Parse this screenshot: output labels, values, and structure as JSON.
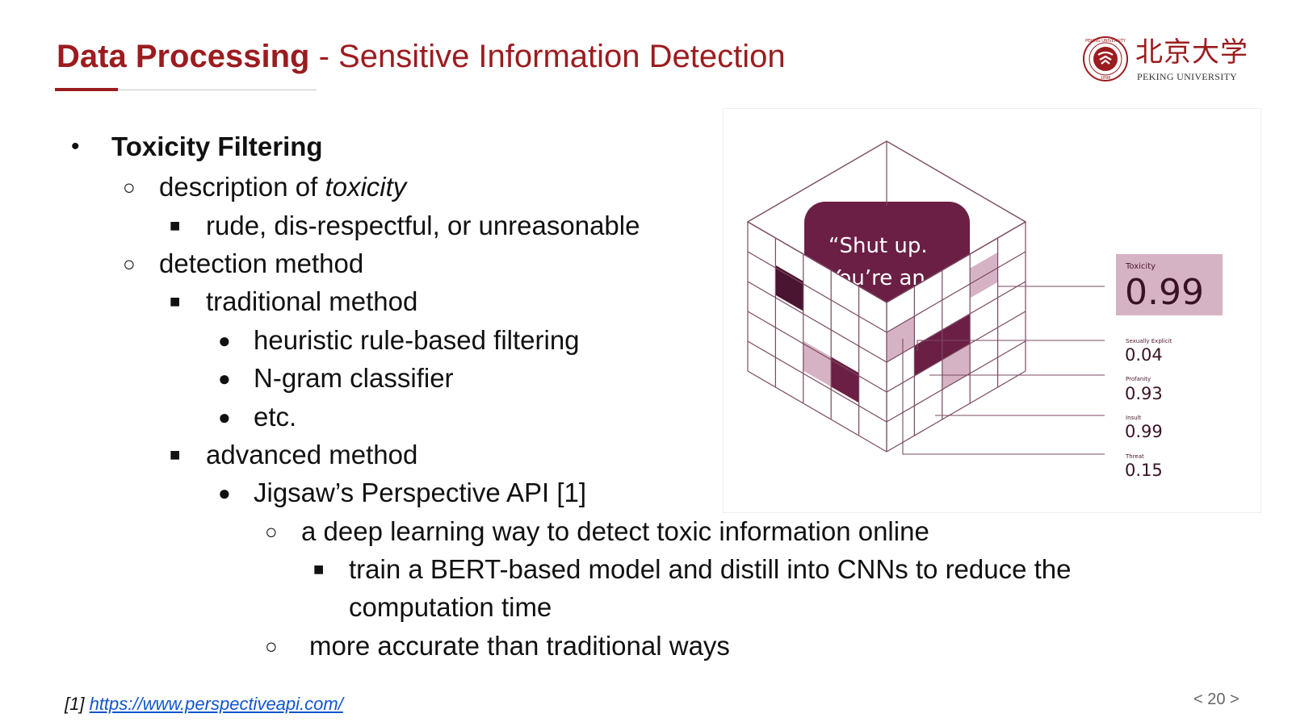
{
  "header": {
    "title_bold": "Data Processing",
    "title_rest": " - Sensitive Information Detection"
  },
  "logo": {
    "cn_text": "北京大学",
    "en_text": "PEKING UNIVERSITY",
    "seal_text": "PEKING UNIVERSITY",
    "seal_year": "1898",
    "brand_color": "#9b1c1f"
  },
  "bullets": [
    {
      "level": 1,
      "marker": "•",
      "text": "Toxicity Filtering"
    },
    {
      "level": 2,
      "marker": "○",
      "text": "description of ",
      "italic_text": "toxicity"
    },
    {
      "level": 3,
      "marker": "■",
      "text": "rude, dis-respectful, or unreasonable"
    },
    {
      "level": 2,
      "marker": "○",
      "text": "detection method"
    },
    {
      "level": 3,
      "marker": "■",
      "text": "traditional method"
    },
    {
      "level": 4,
      "marker": "●",
      "text": "heuristic rule-based filtering"
    },
    {
      "level": 4,
      "marker": "●",
      "text": "N-gram classifier"
    },
    {
      "level": 4,
      "marker": "●",
      "text": "etc."
    },
    {
      "level": 3,
      "marker": "■",
      "text": "advanced method"
    },
    {
      "level": 4,
      "marker": "●",
      "text": "Jigsaw’s Perspective API [1]"
    },
    {
      "level": 5,
      "marker": "○",
      "text": "a deep learning way to detect toxic information online"
    },
    {
      "level": 6,
      "marker": "■",
      "text": "train a BERT-based model and distill into CNNs to reduce the"
    },
    {
      "level": 6,
      "marker": "",
      "text": "computation time"
    },
    {
      "level": 5,
      "marker": "○",
      "text": "more accurate than traditional ways"
    }
  ],
  "figure": {
    "speech_text_line1": "“Shut up.",
    "speech_text_line2": "You’re an",
    "colors": {
      "dark": "#6b1f44",
      "darker": "#4a1530",
      "light": "#d6b3c4",
      "grid": "#7a4a62"
    },
    "scores": [
      {
        "label": "Toxicity",
        "value": "0.99",
        "highlight": true
      },
      {
        "label": "Sexually Explicit",
        "value": "0.04"
      },
      {
        "label": "Profanity",
        "value": "0.93"
      },
      {
        "label": "Insult",
        "value": "0.99"
      },
      {
        "label": "Threat",
        "value": "0.15"
      }
    ]
  },
  "footer": {
    "note_prefix": "[1] ",
    "note_link": "https://www.perspectiveapi.com/",
    "page_number": "< 20 >"
  }
}
